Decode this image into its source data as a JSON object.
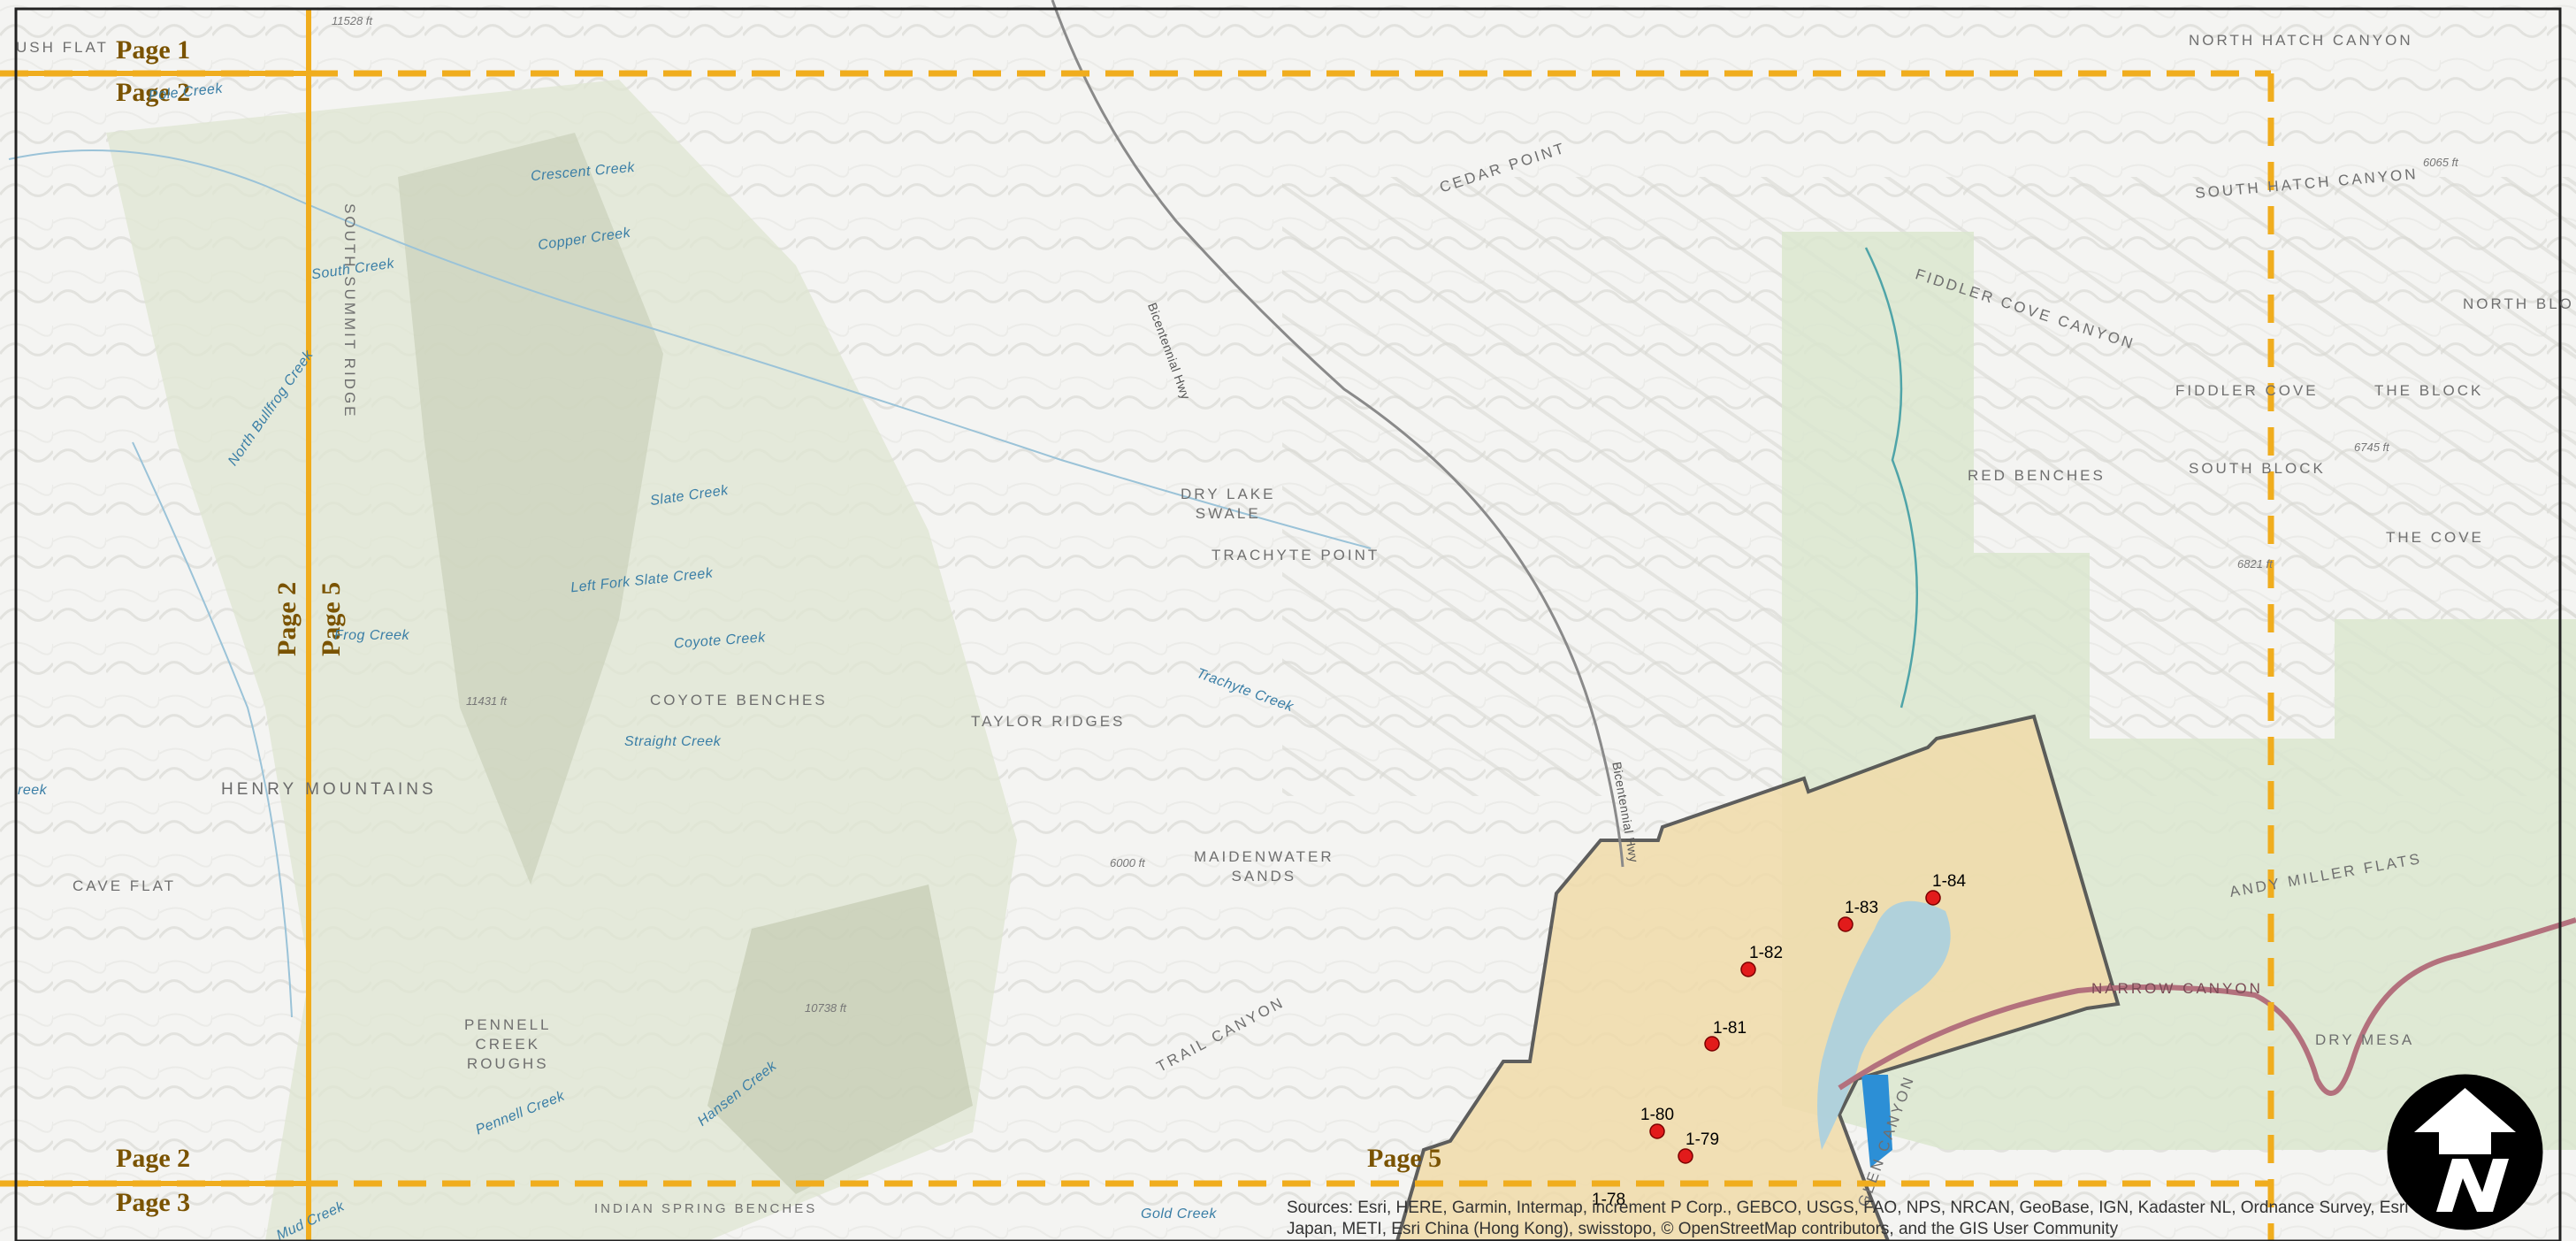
{
  "page_labels": {
    "top_page1": "Page 1",
    "top_page2": "Page 2",
    "left_page2": "Page 2",
    "left_page5": "Page 5",
    "bottom_page2": "Page 2",
    "bottom_page3": "Page 3",
    "bottom_page5": "Page 5"
  },
  "place_labels": {
    "rush_flat": "USH FLAT",
    "north_hatch_canyon": "NORTH HATCH CANYON",
    "south_hatch_canyon": "SOUTH HATCH CANYON",
    "north_block": "NORTH BLO",
    "cedar_point": "CEDAR POINT",
    "fiddler_cove_canyon": "FIDDLER COVE CANYON",
    "fiddler_cove": "FIDDLER COVE",
    "the_block": "THE BLOCK",
    "red_benches": "RED BENCHES",
    "south_block": "SOUTH BLOCK",
    "the_cove": "THE COVE",
    "dry_lake_swale": "DRY LAKE\nSWALE",
    "trachyte_point": "TRACHYTE POINT",
    "taylor_ridges": "TAYLOR RIDGES",
    "coyote_benches": "COYOTE BENCHES",
    "henry_mountains": "HENRY MOUNTAINS",
    "cave_flat": "CAVE FLAT",
    "maidenwater_sands": "MAIDENWATER\nSANDS",
    "andy_miller_flats": "ANDY MILLER FLATS",
    "dry_mesa": "DRY MESA",
    "narrow_canyon": "NARROW CANYON",
    "trail_canyon": "TRAIL CANYON",
    "pennell_creek_roughs": "PENNELL\nCREEK\nROUGHS",
    "indian_spring_benches": "INDIAN SPRING BENCHES",
    "south_summit_ridge": "SOUTH SUMMIT RIDGE",
    "glen_canyon": "GLEN CANYON"
  },
  "water_labels": {
    "crescent_creek": "Crescent Creek",
    "copper_creek": "Copper Creek",
    "south_creek": "South Creek",
    "north_bullfrog_creek": "North Bullfrog Creek",
    "slate_creek": "Slate Creek",
    "left_fork_slate_creek": "Left Fork Slate Creek",
    "coyote_creek": "Coyote Creek",
    "straight_creek": "Straight Creek",
    "trachyte_creek": "Trachyte Creek",
    "hansen_creek": "Hansen Creek",
    "pennell_creek": "Pennell Creek",
    "mud_creek": "Mud Creek",
    "gold_creek": "Gold Creek",
    "frog_creek": "Frog Creek",
    "pole_creek": "Pole Creek",
    "creek_left": "reek"
  },
  "road_labels": {
    "bicentennial_hwy_1": "Bicentennial Hwy",
    "bicentennial_hwy_2": "Bicentennial Hwy"
  },
  "elevation_labels": {
    "e1": "11528 ft",
    "e2": "11431 ft",
    "e3": "10738 ft",
    "e4": "6000 ft",
    "e5": "6745 ft",
    "e6": "6821 ft",
    "e7": "6065 ft"
  },
  "survey_points": [
    {
      "id": "1-84",
      "label": "1-84"
    },
    {
      "id": "1-83",
      "label": "1-83"
    },
    {
      "id": "1-82",
      "label": "1-82"
    },
    {
      "id": "1-81",
      "label": "1-81"
    },
    {
      "id": "1-80",
      "label": "1-80"
    },
    {
      "id": "1-79",
      "label": "1-79"
    },
    {
      "id": "1-78",
      "label": "1-78"
    }
  ],
  "attribution": {
    "line1": "Sources: Esri, HERE, Garmin, Intermap, increment P Corp., GEBCO, USGS, FAO, NPS, NRCAN, GeoBase, IGN, Kadaster NL, Ordnance Survey, Esri",
    "line2": "Japan, METI, Esri China (Hong Kong), swisstopo, © OpenStreetMap contributors, and the GIS User Community"
  },
  "colors": {
    "grid_line": "#f0ad1e",
    "study_area_fill": "#f1dcaa",
    "study_area_stroke": "#444444",
    "point_fill": "#e21b1b",
    "page_label": "#7a5300",
    "river": "#b3717d",
    "lake": "#a8cfe0",
    "green_area": "#dbe6cf"
  },
  "icons": {
    "north_arrow": "north-arrow-icon"
  }
}
